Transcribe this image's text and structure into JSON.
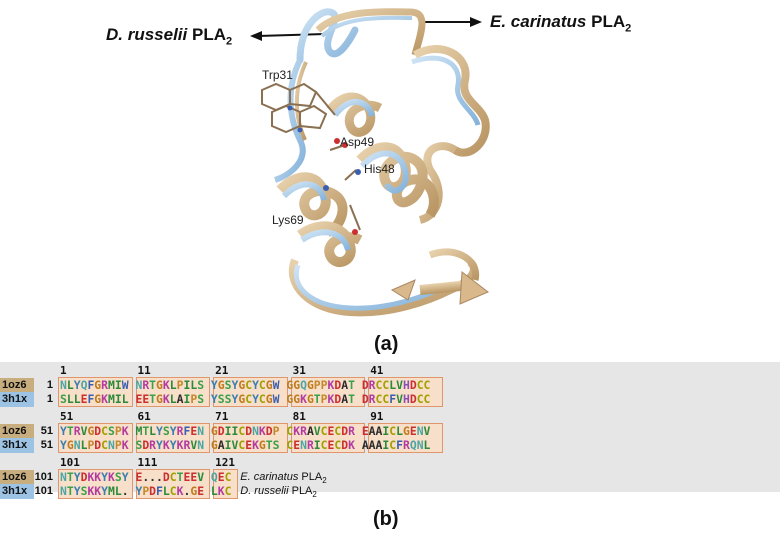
{
  "structure": {
    "label_russelii_italic": "D. russelii",
    "label_russelii_rest": "PLA",
    "label_russelii_sub": "2",
    "label_carinatus_italic": "E. carinatus",
    "label_carinatus_rest": "PLA",
    "label_carinatus_sub": "2",
    "residues": [
      "Trp31",
      "Asp49",
      "His48",
      "Lys69"
    ],
    "colors": {
      "carinatus_ribbon": "#d9b98c",
      "russelii_ribbon": "#a8cbe8"
    },
    "panel_label": "(a)"
  },
  "alignment": {
    "background": "#e6e6e6",
    "tags": [
      "1oz6",
      "3h1x"
    ],
    "blocks": [
      {
        "numbers": [
          "1",
          "11",
          "21",
          "31",
          "41"
        ],
        "start": [
          "1",
          "1"
        ],
        "seq1": "NLYQFGRMIW NRTGKLPILS YGSYGCYCGW GGQGPPKDAT DRCCLVHDCC",
        "seq2": "SLLEFGKMIL EETGKLAIPS YSSYGCYCGW GGKGTPKDAT DRCCFVHDCC"
      },
      {
        "numbers": [
          "51",
          "61",
          "71",
          "81",
          "91"
        ],
        "start": [
          "51",
          "51"
        ],
        "seq1": "YTRVGDCSPK MTLYSYRFEN GDIICDNKDP CKRAVCECDR EAAICLGENV",
        "seq2": "YGNLPDCNPK SDRYKYKRVN GAIVCEKGTS CENRICECDK AAAICFRQNL"
      },
      {
        "numbers": [
          "101",
          "111",
          "121"
        ],
        "start": [
          "101",
          "101"
        ],
        "seq1": "NTYDKKYKSY E...DCTEEV QEC",
        "seq2": "NTYSKKYML. YPDFLCK.GE LKC",
        "legend1_italic": "E. carinatus",
        "legend1_rest": "PLA",
        "legend1_sub": "2",
        "legend2_italic": "D. russelii",
        "legend2_rest": "PLA",
        "legend2_sub": "2"
      }
    ],
    "residue_colors": {
      "A": "#2a2a2a",
      "C": "#a0a000",
      "D": "#cc2f2f",
      "E": "#cc2f2f",
      "F": "#3a5fb0",
      "G": "#c07a1c",
      "H": "#8a4fb8",
      "I": "#2a8a3a",
      "K": "#b23aa0",
      "L": "#2a8a3a",
      "M": "#2a8a3a",
      "N": "#4aa6a6",
      "P": "#c4882a",
      "Q": "#4aa6a6",
      "R": "#b23aa0",
      "S": "#3aa04a",
      "T": "#3aa04a",
      "V": "#2a8a3a",
      "W": "#3a5fb0",
      "Y": "#3a7fb0",
      ".": "#333333"
    },
    "panel_label": "(b)"
  }
}
